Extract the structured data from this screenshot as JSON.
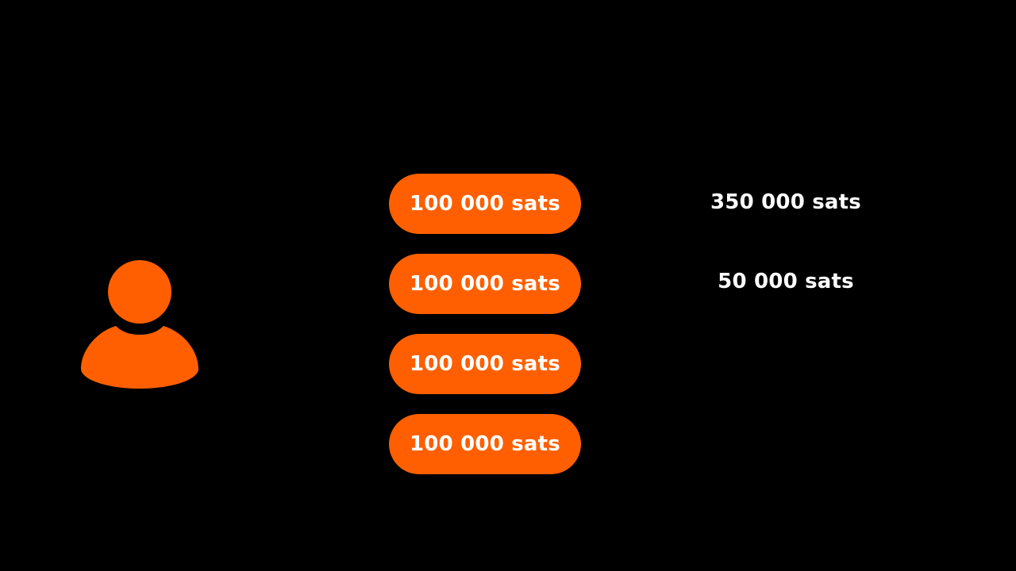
{
  "colors": {
    "accent": "#ff5f00",
    "background": "#000000",
    "text": "#ffffff"
  },
  "user": {
    "icon": "user-icon"
  },
  "inputs": [
    {
      "label": "100 000 sats"
    },
    {
      "label": "100 000 sats"
    },
    {
      "label": "100 000 sats"
    },
    {
      "label": "100 000 sats"
    }
  ],
  "outputs": [
    {
      "label": "350 000 sats"
    },
    {
      "label": "50 000 sats"
    }
  ]
}
